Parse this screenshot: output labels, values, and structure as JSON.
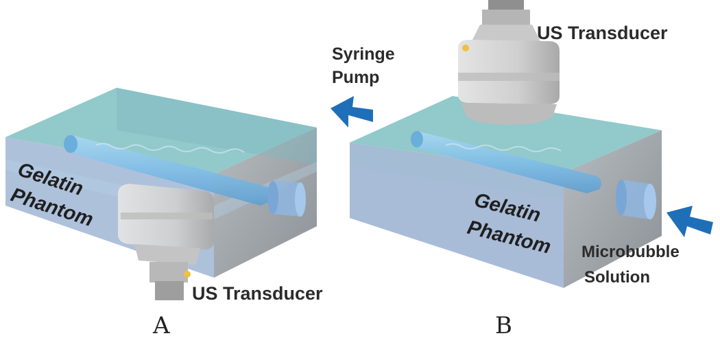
{
  "panels": [
    {
      "letter": "A",
      "phantom_line1": "Gelatin",
      "phantom_line2": "Phantom",
      "transducer_label": "US Transducer"
    },
    {
      "letter": "B",
      "phantom_line1": "Gelatin",
      "phantom_line2": "Phantom",
      "transducer_label": "US Transducer",
      "syringe_line1": "Syringe",
      "syringe_line2": "Pump",
      "solution_line1": "Microbubble",
      "solution_line2": "Solution"
    }
  ],
  "colors": {
    "water_top": "#86c3c6",
    "water_front": "#9fb9d7",
    "box_side": "#9aa1a6",
    "tube": "#8fc5e8",
    "transducer": "#cfcfcf",
    "arrow": "#1f6fb8",
    "connector_dot": "#f0c040"
  }
}
